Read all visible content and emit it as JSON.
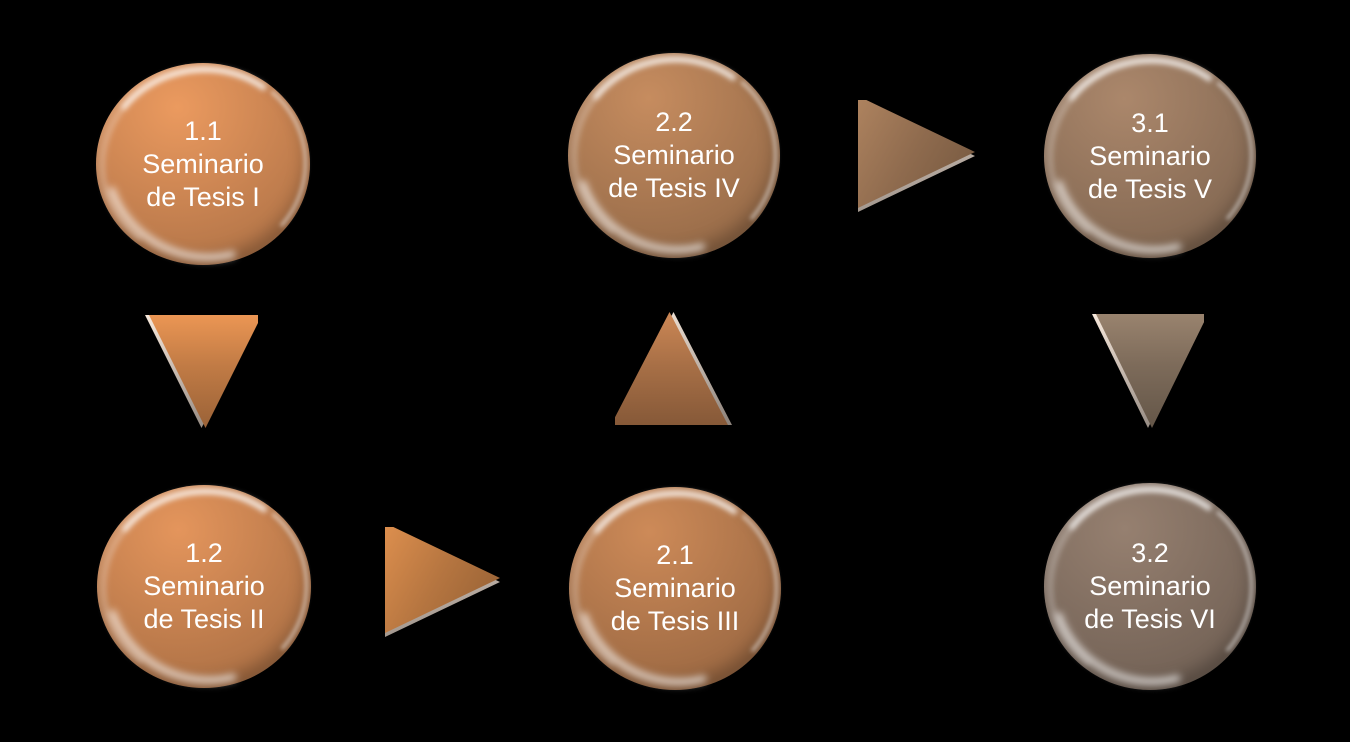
{
  "canvas": {
    "background": "#000000",
    "text_color": "#ffffff"
  },
  "diagram": {
    "type": "flow",
    "nodes": [
      {
        "id": "1.1",
        "num": "1.1",
        "line1": "Seminario",
        "line2": "de Tesis I",
        "color": "#c17e4e"
      },
      {
        "id": "1.2",
        "num": "1.2",
        "line1": "Seminario",
        "line2": "de Tesis II",
        "color": "#bb7a4b"
      },
      {
        "id": "2.1",
        "num": "2.1",
        "line1": "Seminario",
        "line2": "de Tesis III",
        "color": "#a87148"
      },
      {
        "id": "2.2",
        "num": "2.2",
        "line1": "Seminario",
        "line2": "de Tesis IV",
        "color": "#a2734e"
      },
      {
        "id": "3.1",
        "num": "3.1",
        "line1": "Seminario",
        "line2": "de Tesis V",
        "color": "#8c6f58"
      },
      {
        "id": "3.2",
        "num": "3.2",
        "line1": "Seminario",
        "line2": "de Tesis VI",
        "color": "#7b695c"
      }
    ],
    "arrows": [
      {
        "id": "a1",
        "direction": "down",
        "from": "1.1",
        "to": "1.2",
        "color": "#c17b45"
      },
      {
        "id": "a2",
        "direction": "right",
        "from": "1.2",
        "to": "2.1",
        "color": "#b57540"
      },
      {
        "id": "a3",
        "direction": "up",
        "from": "2.1",
        "to": "2.2",
        "color": "#a76f46"
      },
      {
        "id": "a4",
        "direction": "right",
        "from": "2.2",
        "to": "3.1",
        "color": "#8f6b4e"
      },
      {
        "id": "a5",
        "direction": "down",
        "from": "3.1",
        "to": "3.2",
        "color": "#7d6b5a"
      }
    ]
  }
}
